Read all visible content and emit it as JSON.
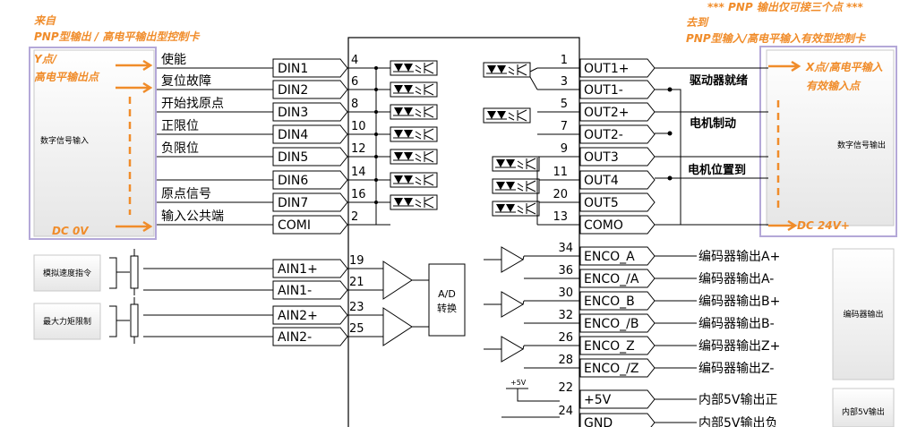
{
  "annotations": {
    "left_title_line1": "来自",
    "left_title_line2": "PNP型输出 / 高电平输出型控制卡",
    "left_y_label": "Y点/",
    "left_y_label2": "高电平输出点",
    "left_dc": "DC 0V",
    "right_note": "*** PNP 输出仅可接三个点 ***",
    "right_title_line1": "去到",
    "right_title_line2": "PNP型输入/高电平输入有效型控制卡",
    "right_x_label": "X点/高电平输入",
    "right_x_label2": "有效输入点",
    "right_dc": "DC 24V+"
  },
  "boxes": {
    "digital_in": "数字信号输入",
    "digital_out": "数字信号输出",
    "analog_speed": "模拟速度指令",
    "max_torque": "最大力矩限制",
    "encoder_out": "编码器输出",
    "internal_5v": "内部5V输出",
    "adc": "A/D转换",
    "plus5v_label": "+5V"
  },
  "inputs": [
    {
      "label": "使能",
      "pin_name": "DIN1",
      "pin": "4"
    },
    {
      "label": "复位故障",
      "pin_name": "DIN2",
      "pin": "6"
    },
    {
      "label": "开始找原点",
      "pin_name": "DIN3",
      "pin": "8"
    },
    {
      "label": "正限位",
      "pin_name": "DIN4",
      "pin": "10"
    },
    {
      "label": "负限位",
      "pin_name": "DIN5",
      "pin": "12"
    },
    {
      "label": "",
      "pin_name": "DIN6",
      "pin": "14"
    },
    {
      "label": "原点信号",
      "pin_name": "DIN7",
      "pin": "16"
    },
    {
      "label": "输入公共端",
      "pin_name": "COMI",
      "pin": "2"
    }
  ],
  "analog": [
    {
      "pin_name": "AIN1+",
      "pin": "19"
    },
    {
      "pin_name": "AIN1-",
      "pin": "21"
    },
    {
      "pin_name": "AIN2+",
      "pin": "23"
    },
    {
      "pin_name": "AIN2-",
      "pin": "25"
    }
  ],
  "outputs": [
    {
      "pin": "1",
      "pin_name": "OUT1+"
    },
    {
      "pin": "3",
      "pin_name": "OUT1-"
    },
    {
      "pin": "5",
      "pin_name": "OUT2+"
    },
    {
      "pin": "7",
      "pin_name": "OUT2-"
    },
    {
      "pin": "9",
      "pin_name": "OUT3"
    },
    {
      "pin": "11",
      "pin_name": "OUT4"
    },
    {
      "pin": "20",
      "pin_name": "OUT5"
    },
    {
      "pin": "13",
      "pin_name": "COMO"
    }
  ],
  "output_labels": {
    "drive_ready": "驱动器就绪",
    "motor_brake": "电机制动",
    "motor_in_position": "电机位置到"
  },
  "encoder": [
    {
      "pin": "34",
      "pin_name": "ENCO_A",
      "label": "编码器输出A+"
    },
    {
      "pin": "36",
      "pin_name": "ENCO_/A",
      "label": "编码器输出A-"
    },
    {
      "pin": "30",
      "pin_name": "ENCO_B",
      "label": "编码器输出B+"
    },
    {
      "pin": "32",
      "pin_name": "ENCO_/B",
      "label": "编码器输出B-"
    },
    {
      "pin": "26",
      "pin_name": "ENCO_Z",
      "label": "编码器输出Z+"
    },
    {
      "pin": "28",
      "pin_name": "ENCO_/Z",
      "label": "编码器输出Z-"
    }
  ],
  "power": [
    {
      "pin": "22",
      "pin_name": "+5V",
      "label": "内部5V输出正"
    },
    {
      "pin": "24",
      "pin_name": "GND",
      "label": "内部5V输出负"
    }
  ],
  "colors": {
    "orange": "#f08c2a",
    "lavender": "#b4a8d8",
    "line": "#000000",
    "box_grey": "#f2f2f2"
  }
}
